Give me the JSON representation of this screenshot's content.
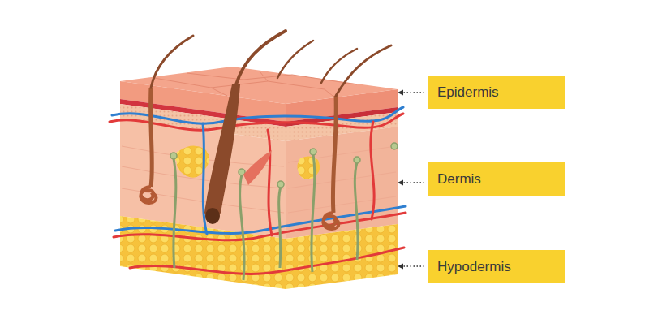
{
  "diagram": {
    "nodes": [
      {
        "text": [
          "Epidermis"
        ]
      },
      {
        "text": [
          "Dermis"
        ]
      },
      {
        "text": [
          "Hypodermis"
        ]
      }
    ]
  }
}
